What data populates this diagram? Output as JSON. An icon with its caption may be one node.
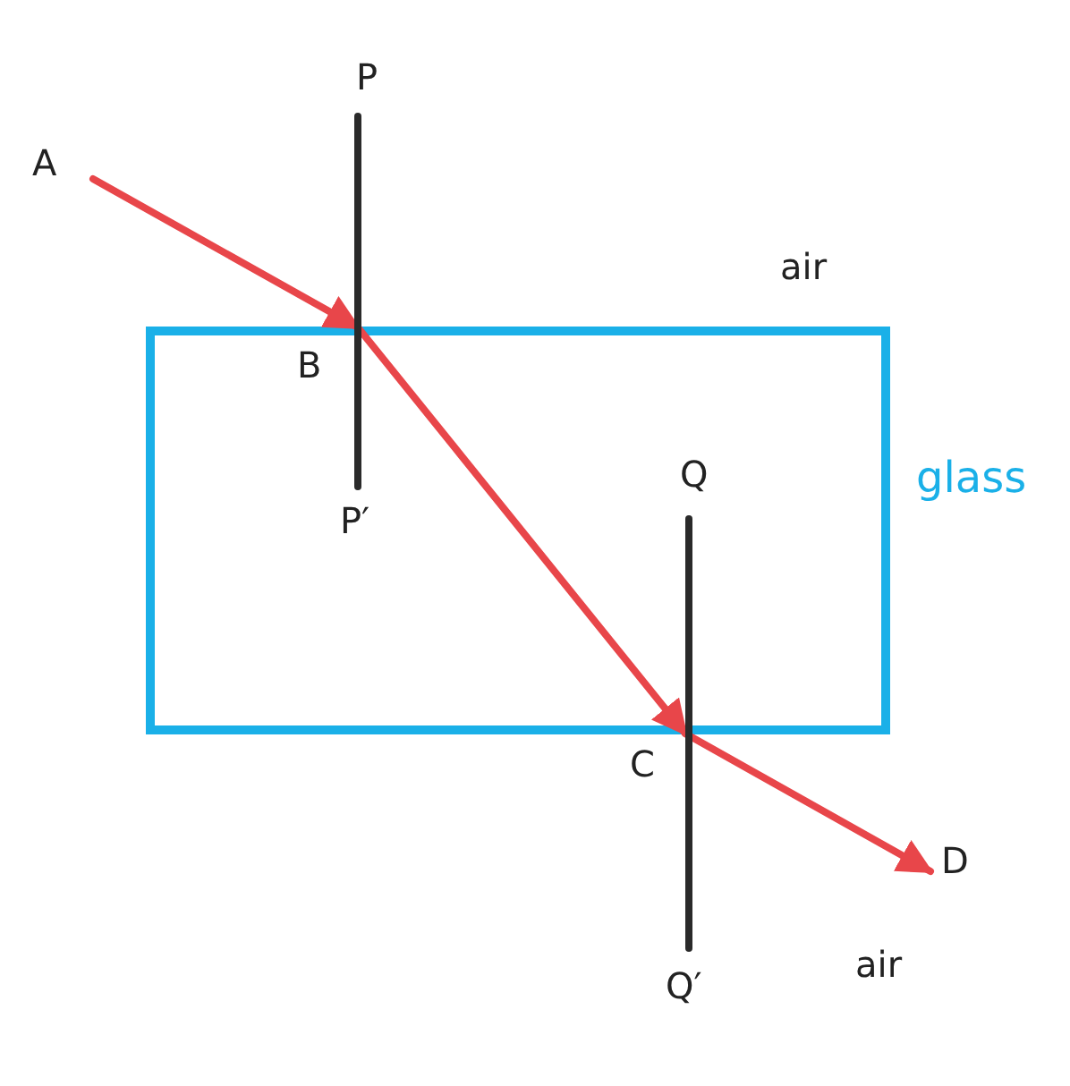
{
  "diagram": {
    "nodes": [
      {
        "text": [
          "A"
        ]
      },
      {
        "text": [
          "B"
        ]
      },
      {
        "text": [
          "C"
        ]
      },
      {
        "text": [
          "D"
        ]
      },
      {
        "text": [
          "P"
        ]
      },
      {
        "text": [
          "P′"
        ]
      },
      {
        "text": [
          "Q"
        ]
      },
      {
        "text": [
          "Q′"
        ]
      }
    ],
    "edges": [
      {
        "from": 0,
        "to": 1,
        "arrow": "to",
        "color": "#e8464a"
      },
      {
        "from": 1,
        "to": 2,
        "arrow": "to",
        "color": "#e8464a"
      },
      {
        "from": 2,
        "to": 3,
        "arrow": "to",
        "color": "#e8464a"
      },
      {
        "from": 4,
        "to": 5,
        "arrow": "none",
        "color": "#2a2a2a"
      },
      {
        "from": 6,
        "to": 7,
        "arrow": "none",
        "color": "#2a2a2a"
      }
    ],
    "labels": [
      "air",
      "glass",
      "air"
    ]
  }
}
